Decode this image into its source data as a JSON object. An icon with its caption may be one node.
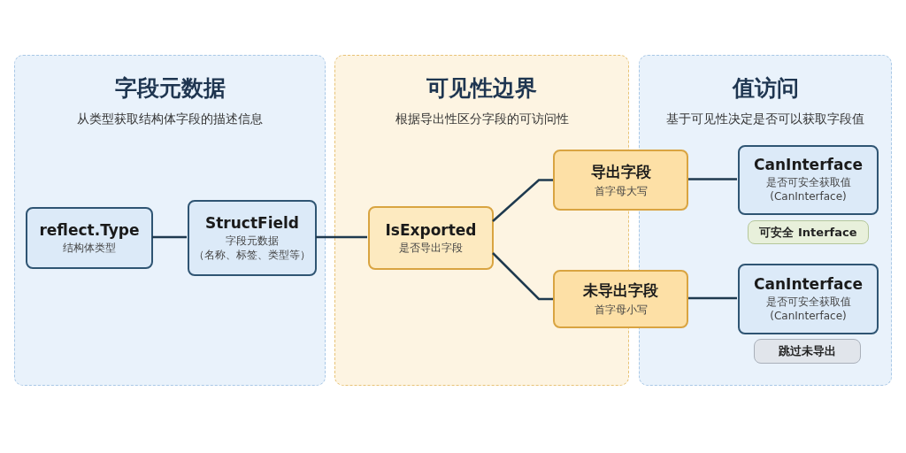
{
  "diagram": {
    "nodes": [
      {
        "text": [
          "字段元数据",
          "从类型获取结构体字段的描述信息"
        ]
      },
      {
        "text": [
          "可见性边界",
          "根据导出性区分字段的可访问性"
        ]
      },
      {
        "text": [
          "值访问",
          "基于可见性决定是否可以获取字段值"
        ]
      },
      {
        "text": [
          "reflect.Type",
          "结构体类型"
        ],
        "in": 0
      },
      {
        "text": [
          "StructField",
          "字段元数据",
          "（名称、标签、类型等）"
        ],
        "in": 0
      },
      {
        "text": [
          "IsExported",
          "是否导出字段"
        ],
        "in": 1
      },
      {
        "text": [
          "导出字段",
          "首字母大写"
        ]
      },
      {
        "text": [
          "未导出字段",
          "首字母小写"
        ]
      },
      {
        "text": [
          "CanInterface",
          "是否可安全获取值",
          "(CanInterface)"
        ],
        "in": 2
      },
      {
        "text": [
          "可安全 Interface"
        ],
        "in": 2
      },
      {
        "text": [
          "CanInterface",
          "是否可安全获取值",
          "(CanInterface)"
        ],
        "in": 2
      },
      {
        "text": [
          "跳过未导出"
        ],
        "in": 2
      }
    ],
    "edges": [
      {
        "from": 3,
        "to": 4,
        "arrow": "none"
      },
      {
        "from": 4,
        "to": 5,
        "arrow": "none"
      },
      {
        "from": 5,
        "to": 6,
        "arrow": "none"
      },
      {
        "from": 5,
        "to": 7,
        "arrow": "none"
      },
      {
        "from": 6,
        "to": 8,
        "arrow": "none"
      },
      {
        "from": 7,
        "to": 10,
        "arrow": "none"
      }
    ]
  }
}
